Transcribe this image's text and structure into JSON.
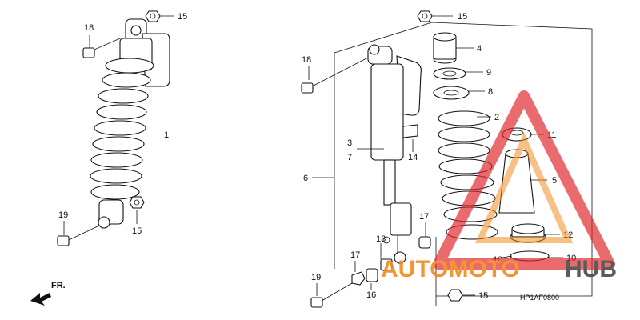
{
  "diagram": {
    "code": "HP1AF0800",
    "direction_label": "FR.",
    "callouts": {
      "l1": "1",
      "l15a": "15",
      "l18a": "18",
      "l19a": "19",
      "l15b": "15",
      "r15a": "15",
      "r18": "18",
      "r4": "4",
      "r9": "9",
      "r8": "8",
      "r2": "2",
      "r3": "3",
      "r7": "7",
      "r14": "14",
      "r11": "11",
      "r6": "6",
      "r5": "5",
      "r17a": "17",
      "r13": "13",
      "r12": "12",
      "r17b": "17",
      "r10a": "10",
      "r10b": "10",
      "r19": "19",
      "r16": "16",
      "r15b": "15"
    }
  },
  "watermark": {
    "text_auto": "AUTOMOTO",
    "text_hub": "HUB",
    "colors": {
      "red": "#e0262a",
      "orange": "#f28a1d",
      "gray": "#4a4a4a"
    }
  }
}
